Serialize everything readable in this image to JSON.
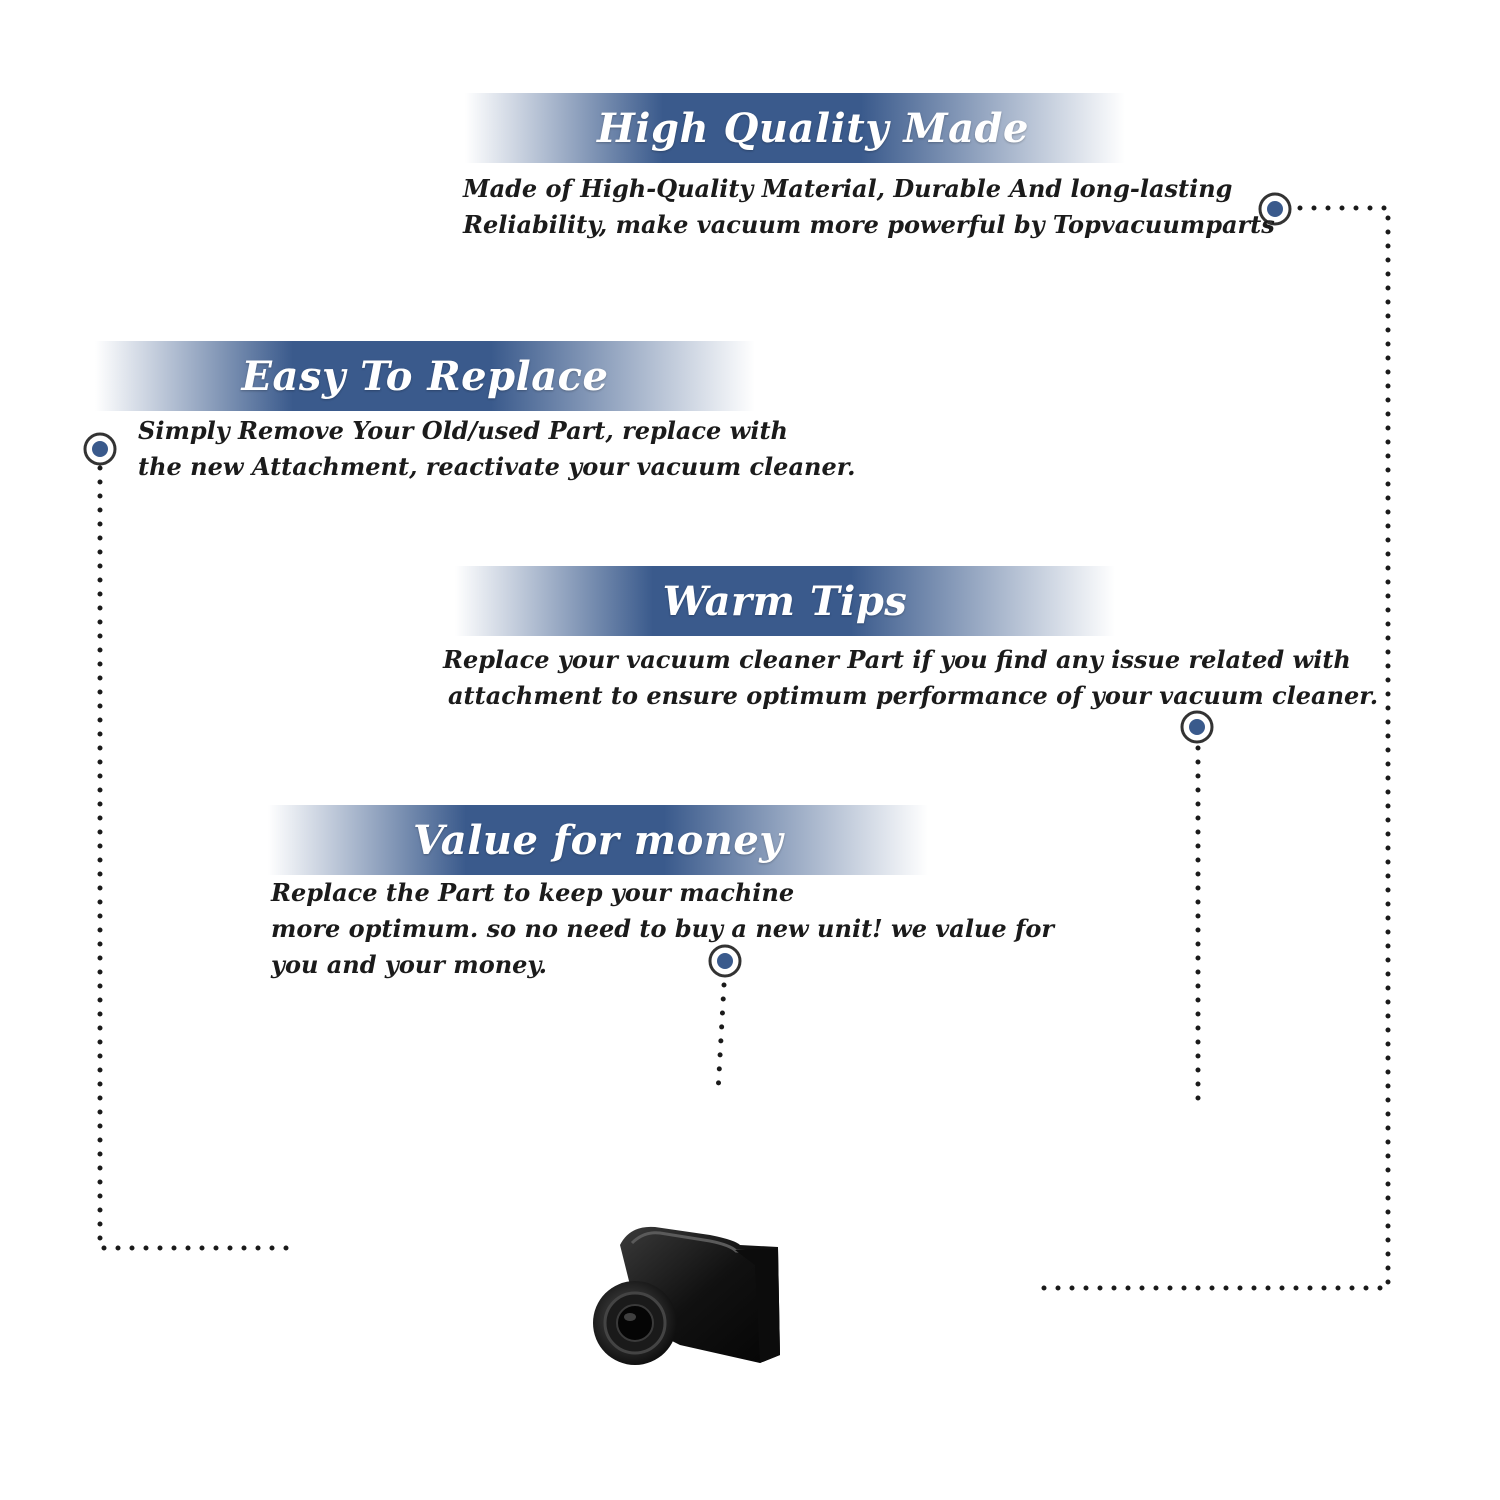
{
  "colors": {
    "banner_main": "#3a5a8c",
    "banner_fade": "#ffffff",
    "text": "#1b1b1b",
    "dot": "#1a1a1a",
    "marker_ring": "#333333",
    "marker_fill": "#3a5a8c",
    "product": "#111111"
  },
  "sections": [
    {
      "title": "High Quality Made",
      "lines": [
        "Made of  High-Quality Material, Durable And long-lasting",
        "Reliability, make vacuum more powerful by Topvacuumparts"
      ]
    },
    {
      "title": "Easy To Replace",
      "lines": [
        "Simply Remove Your Old/used Part, replace with",
        "the new Attachment, reactivate your vacuum cleaner."
      ]
    },
    {
      "title": "Warm Tips",
      "lines": [
        "Replace your vacuum cleaner Part if you find any issue related with",
        "attachment to ensure optimum performance of your vacuum cleaner."
      ]
    },
    {
      "title": "Value for money",
      "lines": [
        "Replace the Part to keep your machine",
        "more optimum. so no need to buy a new unit! we value for",
        "you and your money."
      ]
    }
  ],
  "icons": {
    "marker": "target-marker-icon",
    "product": "vacuum-part-icon"
  }
}
